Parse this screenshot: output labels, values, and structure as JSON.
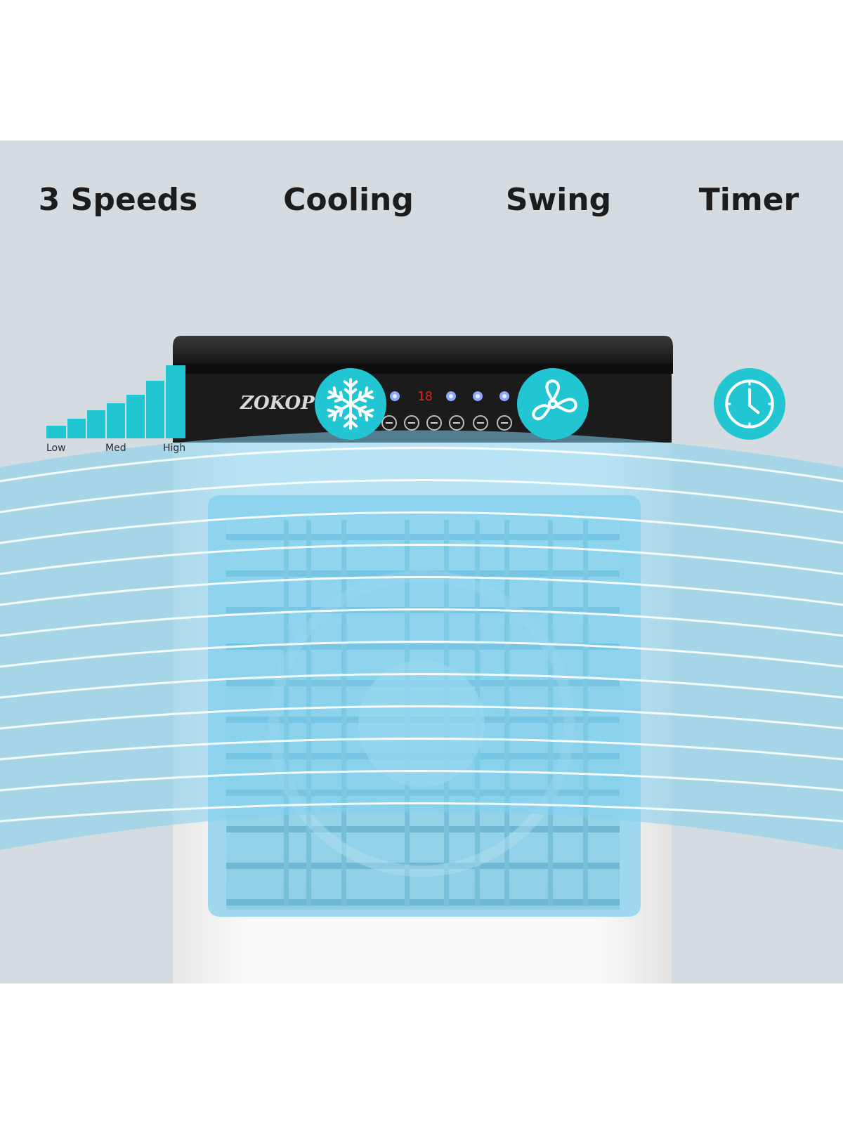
{
  "features": {
    "speeds": {
      "title": "3 Speeds",
      "labels": {
        "low": "Low",
        "med": "Med",
        "high": "High"
      },
      "icon": "speed-bars-icon"
    },
    "cooling": {
      "title": "Cooling",
      "icon": "snowflake-icon"
    },
    "swing": {
      "title": "Swing",
      "icon": "fan-icon"
    },
    "timer": {
      "title": "Timer",
      "icon": "clock-icon"
    }
  },
  "product": {
    "brand": "ZOKOP",
    "display_reading": "18"
  },
  "colors": {
    "accent": "#22c6d2",
    "background": "#d4dce1",
    "airflow": "#7fd0ee",
    "housing_top": "#1e1e1e",
    "housing_body": "#f3f3f3"
  }
}
